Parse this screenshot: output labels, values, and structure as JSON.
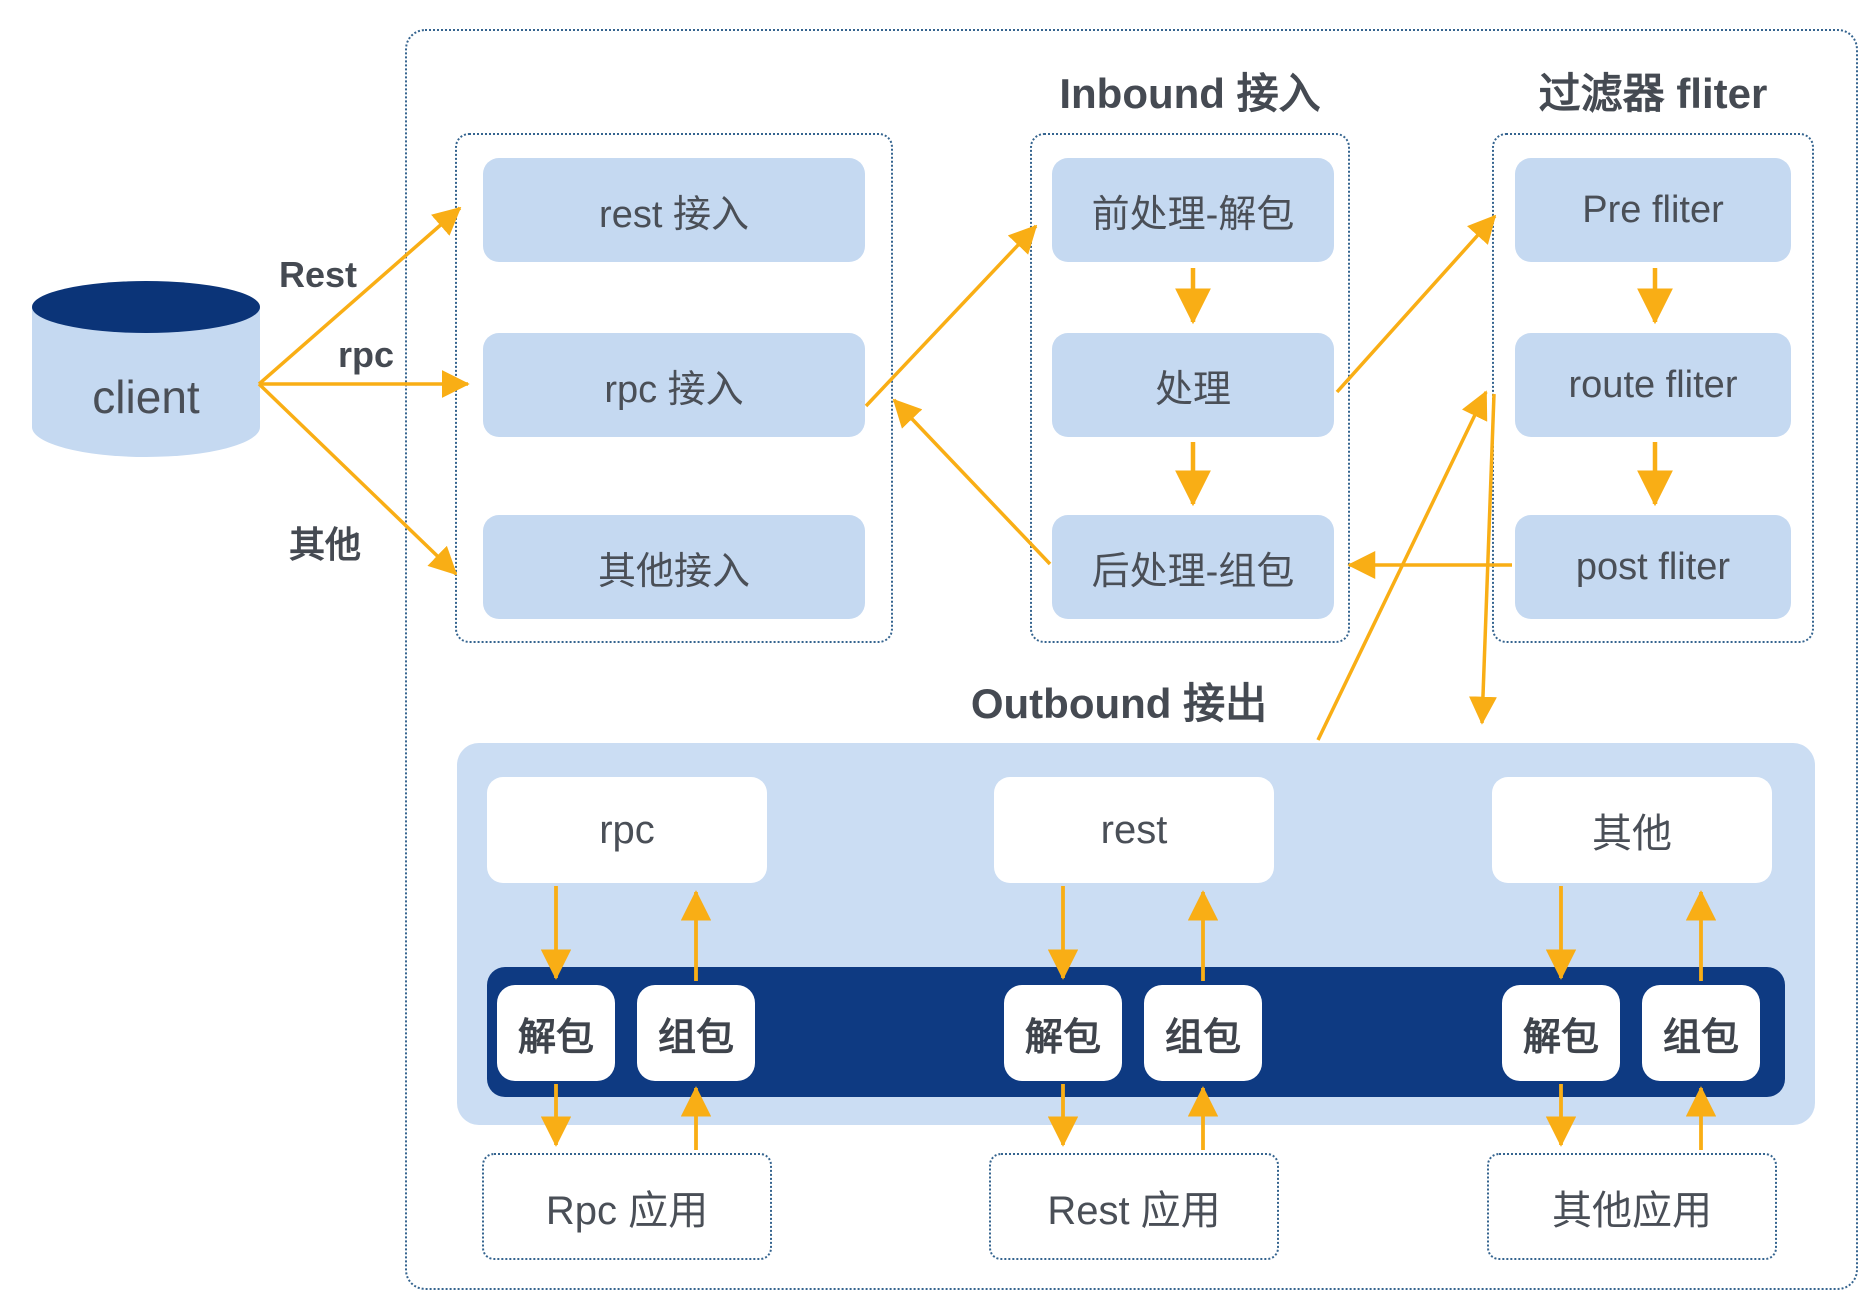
{
  "diagram": {
    "client": {
      "label": "client"
    },
    "edge_labels": {
      "rest": "Rest",
      "rpc": "rpc",
      "other": "其他"
    },
    "access_group": {
      "boxes": [
        "rest 接入",
        "rpc 接入",
        "其他接入"
      ]
    },
    "inbound": {
      "title": "Inbound 接入",
      "boxes": [
        "前处理-解包",
        "处理",
        "后处理-组包"
      ]
    },
    "filter": {
      "title": "过滤器 fliter",
      "boxes": [
        "Pre fliter",
        "route fliter",
        "post fliter"
      ]
    },
    "outbound": {
      "title": "Outbound 接出",
      "channels": [
        {
          "name": "rpc",
          "unpack": "解包",
          "pack": "组包",
          "app": "Rpc 应用"
        },
        {
          "name": "rest",
          "unpack": "解包",
          "pack": "组包",
          "app": "Rest 应用"
        },
        {
          "name": "其他",
          "unpack": "解包",
          "pack": "组包",
          "app": "其他应用"
        }
      ]
    },
    "colors": {
      "node_blue": "#c5d9f1",
      "navy": "#0e3a82",
      "arrow": "#f9ae15",
      "dash_border": "#35648f",
      "text": "#4a4f57"
    }
  }
}
